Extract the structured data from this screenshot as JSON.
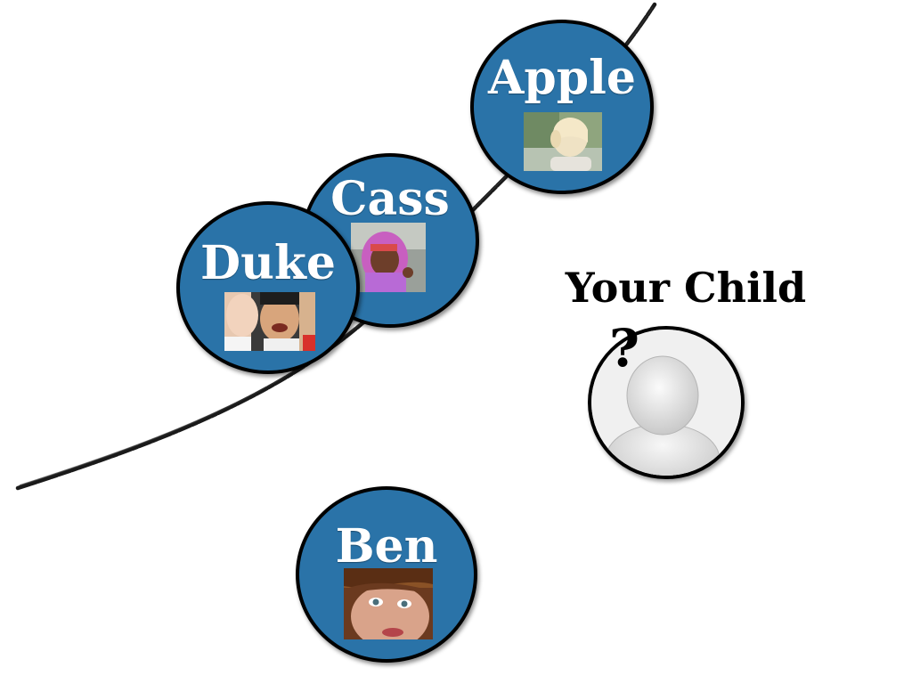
{
  "colors": {
    "bubble_fill": "#2a73a8",
    "outline": "#000000",
    "label_text": "#ffffff"
  },
  "children": [
    {
      "name": "Apple",
      "photo_icon": "blonde-girl-photo"
    },
    {
      "name": "Cass",
      "photo_icon": "child-pink-hood-photo"
    },
    {
      "name": "Duke",
      "photo_icon": "laughing-children-photo"
    },
    {
      "name": "Ben",
      "photo_icon": "boy-portrait-photo"
    }
  ],
  "your_child": {
    "label": "Your Child",
    "mark": "?",
    "icon": "person-silhouette-icon"
  }
}
